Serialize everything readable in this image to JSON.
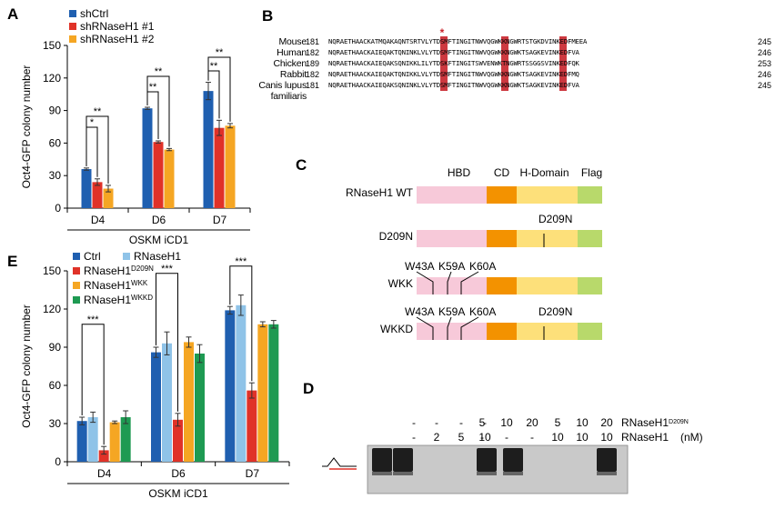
{
  "panels": {
    "A": "A",
    "B": "B",
    "C": "C",
    "D": "D",
    "E": "E"
  },
  "colors": {
    "blue": "#1f5fb0",
    "red": "#e03228",
    "orange": "#f5a623",
    "lightblue": "#8fc3e8",
    "green": "#1e9a52",
    "hbd": "#f7c9d9",
    "cd": "#f39200",
    "hdomain": "#fde07a",
    "flag": "#b8d96b",
    "highlight": "#c8232b"
  },
  "chart_data": [
    {
      "id": "A",
      "type": "bar",
      "ylabel": "Oct4-GFP colony number",
      "xlabel": "OSKM iCD1",
      "categories": [
        "D4",
        "D6",
        "D7"
      ],
      "ylim": [
        0,
        150
      ],
      "yticks": [
        0,
        30,
        60,
        90,
        120,
        150
      ],
      "series": [
        {
          "name": "shCtrl",
          "values": [
            36,
            92,
            108
          ],
          "errors": [
            1,
            1,
            8
          ],
          "color": "#1f5fb0"
        },
        {
          "name": "shRNaseH1 #1",
          "values": [
            24,
            61,
            74
          ],
          "errors": [
            3,
            1,
            7
          ],
          "color": "#e03228"
        },
        {
          "name": "shRNaseH1 #2",
          "values": [
            18,
            54,
            76
          ],
          "errors": [
            3,
            1,
            2
          ],
          "color": "#f5a623"
        }
      ],
      "significance": [
        {
          "group": "D4",
          "pairs": [
            [
              "shCtrl",
              "shRNaseH1 #1",
              "*"
            ],
            [
              "shCtrl",
              "shRNaseH1 #2",
              "**"
            ]
          ]
        },
        {
          "group": "D6",
          "pairs": [
            [
              "shCtrl",
              "shRNaseH1 #1",
              "**"
            ],
            [
              "shCtrl",
              "shRNaseH1 #2",
              "**"
            ]
          ]
        },
        {
          "group": "D7",
          "pairs": [
            [
              "shCtrl",
              "shRNaseH1 #1",
              "**"
            ],
            [
              "shCtrl",
              "shRNaseH1 #2",
              "**"
            ]
          ]
        }
      ]
    },
    {
      "id": "E",
      "type": "bar",
      "ylabel": "Oct4-GFP colony number",
      "xlabel": "OSKM iCD1",
      "categories": [
        "D4",
        "D6",
        "D7"
      ],
      "ylim": [
        0,
        150
      ],
      "yticks": [
        0,
        30,
        60,
        90,
        120,
        150
      ],
      "series": [
        {
          "name": "Ctrl",
          "values": [
            32,
            86,
            119
          ],
          "errors": [
            3,
            4,
            3
          ],
          "color": "#1f5fb0"
        },
        {
          "name": "RNaseH1",
          "values": [
            35,
            93,
            123
          ],
          "errors": [
            4,
            9,
            8
          ],
          "color": "#8fc3e8"
        },
        {
          "name": "RNaseH1",
          "sup": "D209N",
          "values": [
            9,
            33,
            56
          ],
          "errors": [
            3,
            5,
            6
          ],
          "color": "#e03228"
        },
        {
          "name": "RNaseH1",
          "sup": "WKK",
          "values": [
            31,
            94,
            108
          ],
          "errors": [
            1,
            4,
            2
          ],
          "color": "#f5a623"
        },
        {
          "name": "RNaseH1",
          "sup": "WKKD",
          "values": [
            35,
            85,
            108
          ],
          "errors": [
            5,
            7,
            3
          ],
          "color": "#1e9a52"
        }
      ],
      "significance": [
        {
          "group": "D4",
          "label": "***"
        },
        {
          "group": "D6",
          "label": "***"
        },
        {
          "group": "D7",
          "label": "***"
        }
      ]
    }
  ],
  "alignment": {
    "rows": [
      {
        "species": "Mouse",
        "start": "181",
        "seq": "NQRAETHAACKATMQAKAQNTSRTVLYTDSMFTINGITNWVQGWKKNGWRTSTGKDVINKEDFMEEA",
        "end": "245"
      },
      {
        "species": "Human",
        "start": "182",
        "seq": "NQRAETHAACKAIEQAKTQNINKLVLYTDSMFTINGITNWVQGWKKNGWKTSAGKEVINKEDFVA",
        "end": "246"
      },
      {
        "species": "Chicken",
        "start": "189",
        "seq": "NQRAETHAACKAIEQAKSQNIKKLILYTDSKFTINGITSWVENWKTNGWRTSSGGSVINKEDFQK",
        "end": "253"
      },
      {
        "species": "Rabbit",
        "start": "182",
        "seq": "NQRAETHAACKAIEQAKTQNIKKLVLYTDSMFTINGITNWVQGWKKNGWKTSAGKEVINKEDFMQ",
        "end": "246"
      },
      {
        "species": "Canis lupus",
        "start": "181",
        "seq": "NQRAETHAACKAIEQAKSQNINKLVLYTDSMFTINGITNWVQGWKKNGWKTSAGKEVINKEDFVA",
        "end": "245"
      },
      {
        "species": "familiaris",
        "start": "",
        "seq": "",
        "end": ""
      }
    ],
    "star": "*"
  },
  "construct": {
    "domains": [
      "HBD",
      "CD",
      "H-Domain",
      "Flag"
    ],
    "rows": [
      {
        "name": "RNaseH1 WT",
        "marks": []
      },
      {
        "name": "D209N",
        "marks": [
          "D209N"
        ]
      },
      {
        "name": "WKK",
        "marks": [
          "W43A",
          "K59A",
          "K60A"
        ]
      },
      {
        "name": "WKKD",
        "marks": [
          "W43A",
          "K59A",
          "K60A",
          "D209N"
        ]
      }
    ]
  },
  "gel": {
    "d209n_label": "RNaseH1",
    "d209n_sup": "D209N",
    "wt_label": "RNaseH1",
    "unit": "(nM)",
    "d209n_values": [
      "-",
      "-",
      "-",
      "-",
      "5",
      "10",
      "20",
      "5",
      "10",
      "20"
    ],
    "wt_values": [
      "-",
      "2",
      "5",
      "10",
      "-",
      "-",
      "-",
      "10",
      "10",
      "10"
    ],
    "lane_bands": [
      1,
      1,
      0,
      0,
      1,
      1,
      0,
      0,
      0,
      1
    ]
  }
}
